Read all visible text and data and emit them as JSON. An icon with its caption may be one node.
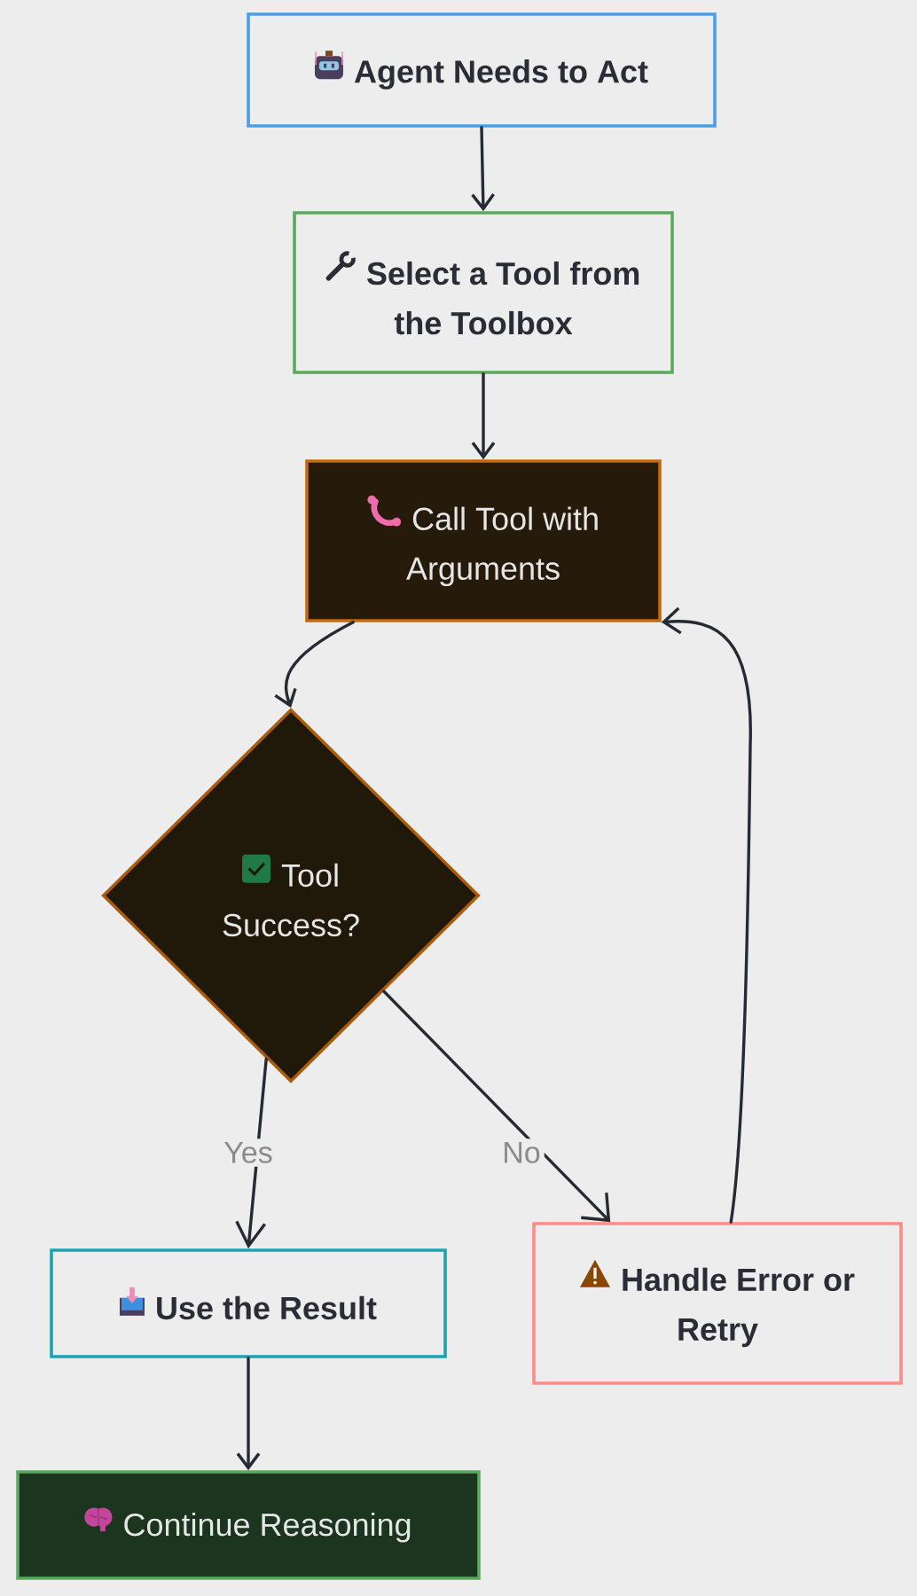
{
  "diagram": {
    "nodes": [
      {
        "text": [
          "Agent Needs to Act"
        ]
      },
      {
        "text": [
          "Select a Tool from the Toolbox"
        ]
      },
      {
        "text": [
          "Call Tool with Arguments"
        ]
      },
      {
        "text": [
          "Tool Success?"
        ]
      },
      {
        "text": [
          "Use the Result"
        ]
      },
      {
        "text": [
          "Handle Error or Retry"
        ]
      },
      {
        "text": [
          "Continue Reasoning"
        ]
      }
    ],
    "edges": [
      {
        "from": 0,
        "to": 1,
        "arrow": "to"
      },
      {
        "from": 1,
        "to": 2,
        "arrow": "to"
      },
      {
        "from": 2,
        "to": 3,
        "arrow": "to"
      },
      {
        "from": 3,
        "to": 4,
        "arrow": "to",
        "label": "Yes"
      },
      {
        "from": 3,
        "to": 5,
        "arrow": "to",
        "label": "No"
      },
      {
        "from": 5,
        "to": 2,
        "arrow": "to"
      },
      {
        "from": 4,
        "to": 6,
        "arrow": "to"
      }
    ]
  }
}
